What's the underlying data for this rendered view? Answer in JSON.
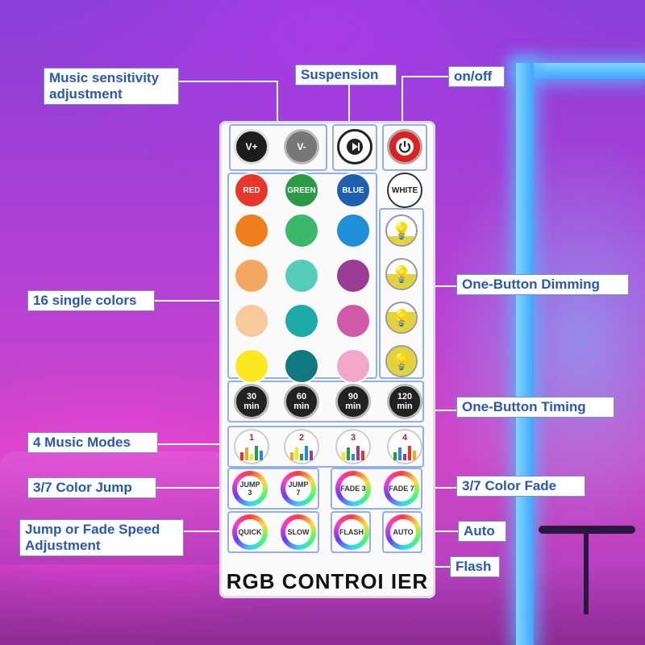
{
  "callouts": {
    "music_sensitivity": "Music sensitivity adjustment",
    "suspension": "Suspension",
    "on_off": "on/off",
    "single_colors": "16 single colors",
    "dimming": "One-Button Dimming",
    "timing": "One-Button Timing",
    "music_modes": "4 Music Modes",
    "color_jump": "3/7 Color Jump",
    "color_fade": "3/7 Color Fade",
    "speed_adjust": "Jump or Fade Speed Adjustment",
    "auto": "Auto",
    "flash": "Flash"
  },
  "remote": {
    "top_buttons": {
      "v_plus": "V+",
      "v_minus": "V-",
      "play_pause_icon": "play-pause-icon",
      "power_icon": "power-icon"
    },
    "color_labels": {
      "red": "RED",
      "green": "GREEN",
      "blue": "BLUE",
      "white": "WHITE"
    },
    "color_swatches": [
      [
        "#ee7f1c",
        "#3bb86a",
        "#1f8fd8"
      ],
      [
        "#f2a860",
        "#55cdb8",
        "#9a3b96"
      ],
      [
        "#f8c99a",
        "#1eaaa6",
        "#d05aa8"
      ],
      [
        "#fbe81e",
        "#12787f",
        "#f2a6c8"
      ]
    ],
    "dimming_levels": [
      0.3,
      0.5,
      0.7,
      1.0
    ],
    "timers": [
      {
        "value": "30",
        "unit": "min"
      },
      {
        "value": "60",
        "unit": "min"
      },
      {
        "value": "90",
        "unit": "min"
      },
      {
        "value": "120",
        "unit": "min"
      }
    ],
    "music_mode_numbers": [
      "1",
      "2",
      "3",
      "4"
    ],
    "jump_buttons": [
      "JUMP 3",
      "JUMP 7"
    ],
    "fade_buttons": [
      "FADE 3",
      "FADE 7"
    ],
    "speed_buttons": [
      "QUICK",
      "SLOW"
    ],
    "flash_button": "FLASH",
    "auto_button": "AUTO",
    "brand": "RGB CONTROI IER"
  },
  "colors": {
    "callout_text": "#2a56b8",
    "led_glow": "#3fa5ff",
    "power_red": "#e02020"
  }
}
